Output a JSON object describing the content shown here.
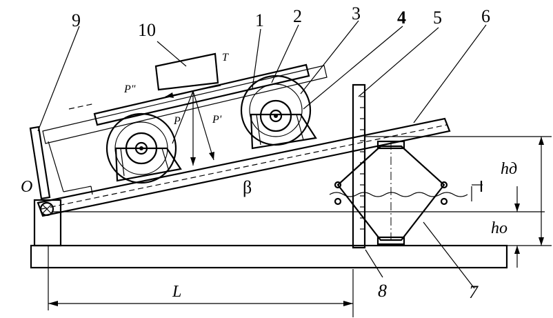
{
  "labels": {
    "n1": "1",
    "n2": "2",
    "n3": "3",
    "n4": "4",
    "n5": "5",
    "n6": "6",
    "n7": "7",
    "n8": "8",
    "n9": "9",
    "n10": "10",
    "T": "T",
    "P_double": "P\"",
    "P": "P",
    "P_prime": "P'",
    "O": "O",
    "beta": "β",
    "L": "L",
    "hd": "hд",
    "ho": "hо"
  }
}
